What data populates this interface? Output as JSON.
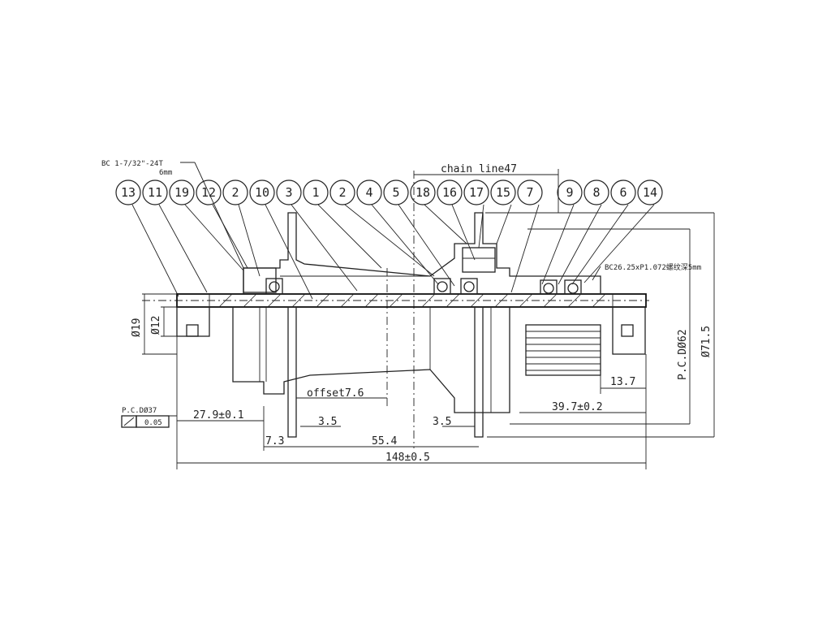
{
  "balloons": [
    "13",
    "11",
    "19",
    "12",
    "2",
    "10",
    "3",
    "1",
    "2",
    "4",
    "5",
    "18",
    "16",
    "17",
    "15",
    "7",
    "9",
    "8",
    "6",
    "14"
  ],
  "labels": {
    "thread_left": "BC 1-7/32\"-24T",
    "thread_left_sub": "6mm",
    "chain_line": "chain line47",
    "thread_right": "BC26.25xP1.072螺纹深5mm",
    "pcd_small": "P.C.DØ37",
    "runout": "0.05",
    "dia_19": "Ø19",
    "dia_12": "Ø12",
    "pcd_62": "P.C.DØ62",
    "dia_71_5": "Ø71.5",
    "offset": "offset7.6",
    "d_27_9": "27.9±0.1",
    "d_3_5_left": "3.5",
    "d_7_3": "7.3",
    "d_55_4": "55.4",
    "d_3_5_right": "3.5",
    "d_148": "148±0.5",
    "d_39_7": "39.7±0.2",
    "d_13_7": "13.7"
  }
}
